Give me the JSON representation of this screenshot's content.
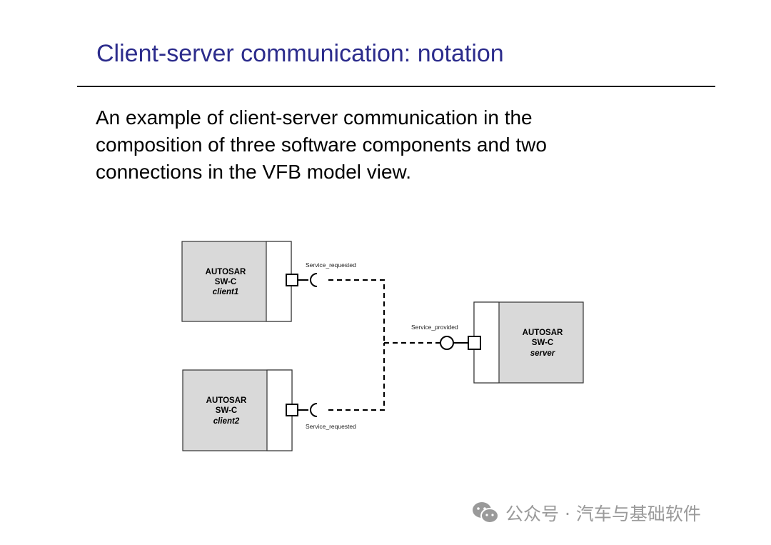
{
  "slide": {
    "title": "Client-server communication: notation",
    "body_lines": [
      "An example of client-server communication in the",
      "composition of three software components and two",
      "connections in the VFB model view."
    ]
  },
  "diagram": {
    "components": [
      {
        "id": "client1",
        "line1": "AUTOSAR",
        "line2": "SW-C",
        "name": "client1"
      },
      {
        "id": "client2",
        "line1": "AUTOSAR",
        "line2": "SW-C",
        "name": "client2"
      },
      {
        "id": "server",
        "line1": "AUTOSAR",
        "line2": "SW-C",
        "name": "server"
      }
    ],
    "ports": {
      "client1_port": "Service_requested",
      "client2_port": "Service_requested",
      "server_port": "Service_provided"
    }
  },
  "watermark": {
    "text": "公众号 · 汽车与基础软件",
    "icon": "wechat-icon"
  }
}
